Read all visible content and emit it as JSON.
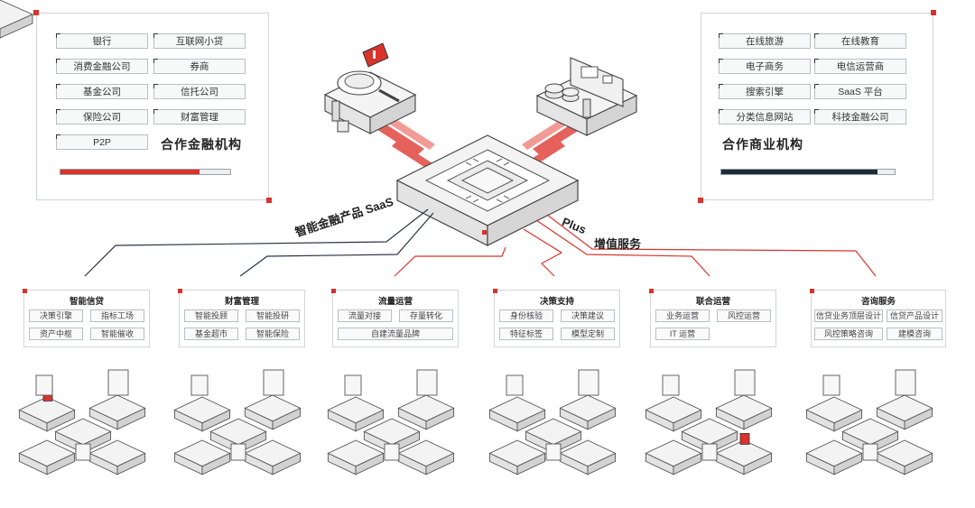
{
  "financial_partners": {
    "items": [
      "银行",
      "互联网小贷",
      "消费金融公司",
      "券商",
      "基金公司",
      "信托公司",
      "保险公司",
      "财富管理",
      "P2P"
    ],
    "title": "合作金融机构",
    "progress": 0.82,
    "accent": "#d9332c"
  },
  "commercial_partners": {
    "items": [
      "在线旅游",
      "在线教育",
      "电子商务",
      "电信运营商",
      "搜索引擎",
      "SaaS 平台",
      "分类信息网站",
      "科技金融公司"
    ],
    "title": "合作商业机构",
    "progress": 0.9,
    "accent": "#1f2a3a"
  },
  "connectors": {
    "left_label": "智能金融产品 SaaS",
    "right_prefix": "Plus",
    "right_label": "增值服务"
  },
  "services": [
    {
      "title": "智能信贷",
      "tags": [
        "决策引擎",
        "指标工场",
        "资产中枢",
        "智能催收"
      ]
    },
    {
      "title": "财富管理",
      "tags": [
        "智能投顾",
        "智能投研",
        "基金超市",
        "智能保险"
      ]
    },
    {
      "title": "流量运营",
      "tags": [
        "流量对接",
        "存量转化",
        "自建流量品牌"
      ]
    },
    {
      "title": "决策支持",
      "tags": [
        "身份核验",
        "决策建议",
        "特征标签",
        "模型定制"
      ]
    },
    {
      "title": "联合运营",
      "tags": [
        "业务运营",
        "风控运营",
        "IT 运营"
      ]
    },
    {
      "title": "咨询服务",
      "tags": [
        "信贷业务顶层设计",
        "信贷产品设计",
        "风控策略咨询",
        "建模咨询"
      ]
    }
  ],
  "colors": {
    "red": "#d9332c",
    "navy": "#1f2a3a",
    "gray": "#b9bec2"
  }
}
